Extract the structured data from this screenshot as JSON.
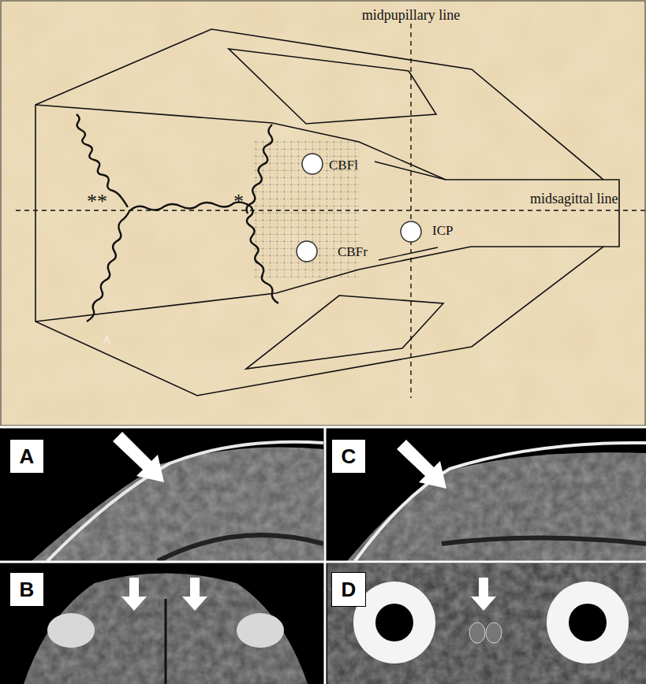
{
  "diagram": {
    "nodes": [
      {
        "text": [
          "A"
        ]
      },
      {
        "text": [
          "C"
        ]
      },
      {
        "text": [
          "B"
        ]
      },
      {
        "text": [
          "D"
        ]
      }
    ],
    "labels": [
      "midpupillary line",
      "CBFl",
      "**",
      "*",
      "midsagittal line",
      "ICP",
      "CBFr",
      "A"
    ]
  }
}
